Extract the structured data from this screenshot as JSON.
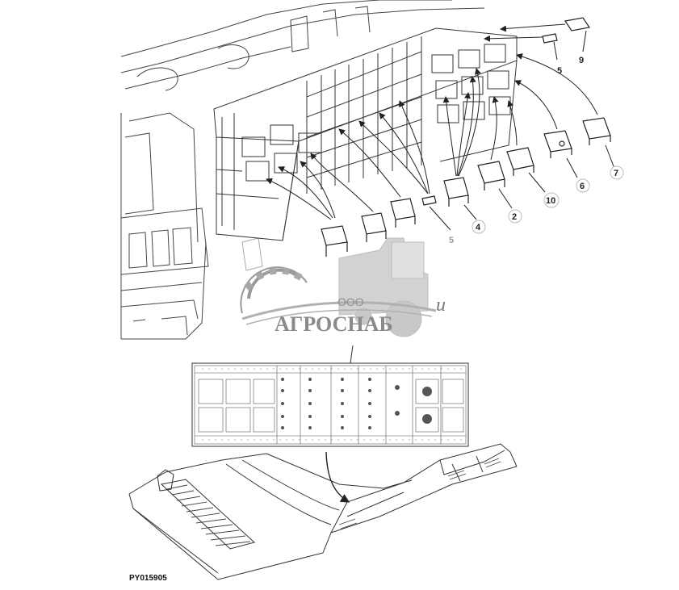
{
  "callouts": [
    {
      "id": "c9",
      "label": "9"
    },
    {
      "id": "c5a",
      "label": "5"
    },
    {
      "id": "c7",
      "label": "7"
    },
    {
      "id": "c6",
      "label": "6"
    },
    {
      "id": "c10",
      "label": "10"
    },
    {
      "id": "c2",
      "label": "2"
    },
    {
      "id": "c4",
      "label": "4"
    },
    {
      "id": "c5b",
      "label": "5"
    }
  ],
  "figure_code": "PY015905",
  "watermark": {
    "prefix": "ООО",
    "name": "АГРОСНАБ",
    "suffix": "u"
  },
  "colors": {
    "line": "#333333",
    "watermark": "#9a9a9a",
    "background": "#ffffff"
  }
}
